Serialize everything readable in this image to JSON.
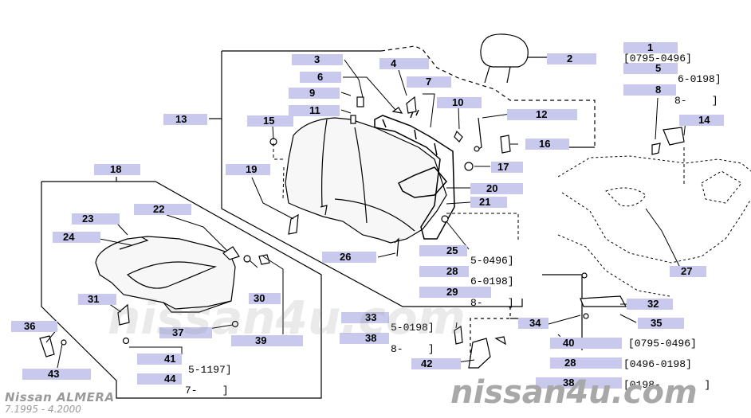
{
  "diagram": {
    "brand": "Nissan ALMERA",
    "date_range": "7.1995 - 4.2000",
    "watermark_center": "nissan4u.com",
    "watermark_bottom": "nissan4u.com",
    "callouts": [
      {
        "id": "c1",
        "label": "1"
      },
      {
        "id": "c2",
        "label": "2"
      },
      {
        "id": "c3",
        "label": "3"
      },
      {
        "id": "c4",
        "label": "4"
      },
      {
        "id": "c5",
        "label": "5"
      },
      {
        "id": "c6",
        "label": "6"
      },
      {
        "id": "c7",
        "label": "7"
      },
      {
        "id": "c8",
        "label": "8"
      },
      {
        "id": "c9",
        "label": "9"
      },
      {
        "id": "c10",
        "label": "10"
      },
      {
        "id": "c11",
        "label": "11"
      },
      {
        "id": "c12",
        "label": "12"
      },
      {
        "id": "c13",
        "label": "13"
      },
      {
        "id": "c14",
        "label": "14"
      },
      {
        "id": "c15",
        "label": "15"
      },
      {
        "id": "c16",
        "label": "16"
      },
      {
        "id": "c17",
        "label": "17"
      },
      {
        "id": "c18",
        "label": "18"
      },
      {
        "id": "c19",
        "label": "19"
      },
      {
        "id": "c20",
        "label": "20"
      },
      {
        "id": "c21",
        "label": "21"
      },
      {
        "id": "c22",
        "label": "22"
      },
      {
        "id": "c23",
        "label": "23"
      },
      {
        "id": "c24",
        "label": "24"
      },
      {
        "id": "c25",
        "label": "25"
      },
      {
        "id": "c26",
        "label": "26"
      },
      {
        "id": "c27",
        "label": "27"
      },
      {
        "id": "c28a",
        "label": "28"
      },
      {
        "id": "c29",
        "label": "29"
      },
      {
        "id": "c30",
        "label": "30"
      },
      {
        "id": "c31",
        "label": "31"
      },
      {
        "id": "c32",
        "label": "32"
      },
      {
        "id": "c33",
        "label": "33"
      },
      {
        "id": "c34",
        "label": "34"
      },
      {
        "id": "c35",
        "label": "35"
      },
      {
        "id": "c36",
        "label": "36"
      },
      {
        "id": "c37",
        "label": "37"
      },
      {
        "id": "c38a",
        "label": "38"
      },
      {
        "id": "c39",
        "label": "39"
      },
      {
        "id": "c40",
        "label": "40"
      },
      {
        "id": "c41",
        "label": "41"
      },
      {
        "id": "c42",
        "label": "42"
      },
      {
        "id": "c43",
        "label": "43"
      },
      {
        "id": "c44",
        "label": "44"
      },
      {
        "id": "c5b",
        "label": "5"
      },
      {
        "id": "c8b",
        "label": "8"
      },
      {
        "id": "c28b",
        "label": "28"
      },
      {
        "id": "c38b",
        "label": "38"
      }
    ],
    "notes": [
      {
        "id": "n1",
        "text": "[0795-0496]"
      },
      {
        "id": "n2",
        "text": "6-0198]"
      },
      {
        "id": "n3",
        "text": "8-    ]"
      },
      {
        "id": "n4",
        "text": "5-0496]"
      },
      {
        "id": "n5",
        "text": "6-0198]"
      },
      {
        "id": "n6",
        "text": "8-    ]"
      },
      {
        "id": "n7",
        "text": "5-0198]"
      },
      {
        "id": "n8",
        "text": "8-    ]"
      },
      {
        "id": "n9",
        "text": "5-1197]"
      },
      {
        "id": "n10",
        "text": "7-    ]"
      },
      {
        "id": "n11",
        "text": "[0795-0496]"
      },
      {
        "id": "n12",
        "text": "[0496-0198]"
      },
      {
        "id": "n13",
        "text": "[0198-  ,    ]"
      }
    ]
  }
}
